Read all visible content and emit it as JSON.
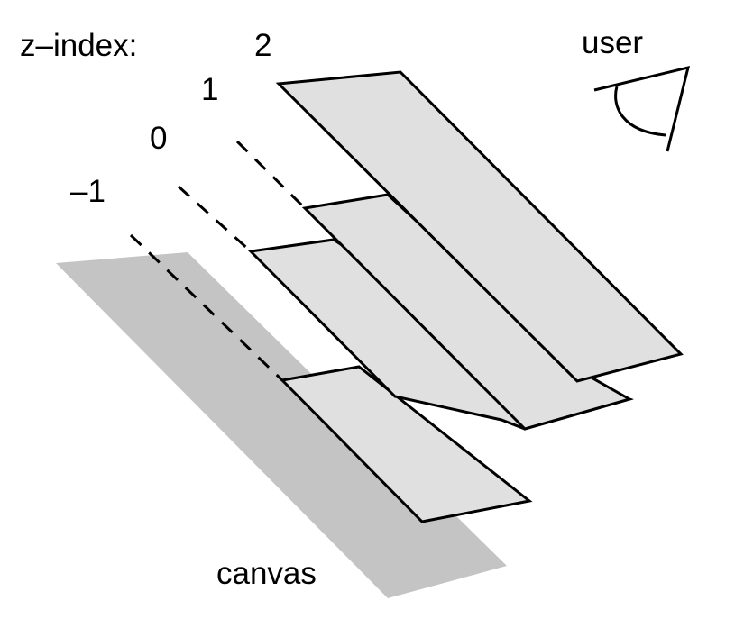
{
  "labels": {
    "zindex_title": "z–index:",
    "layer_2": "2",
    "layer_1": "1",
    "layer_0": "0",
    "layer_minus_1": "–1",
    "user": "user",
    "canvas": "canvas"
  },
  "colors": {
    "layer_fill": "#e0e0e0",
    "canvas_fill": "#c4c4c4",
    "stroke": "#000000",
    "background": "#ffffff"
  },
  "icons": {
    "user_eye": "eye-icon"
  }
}
